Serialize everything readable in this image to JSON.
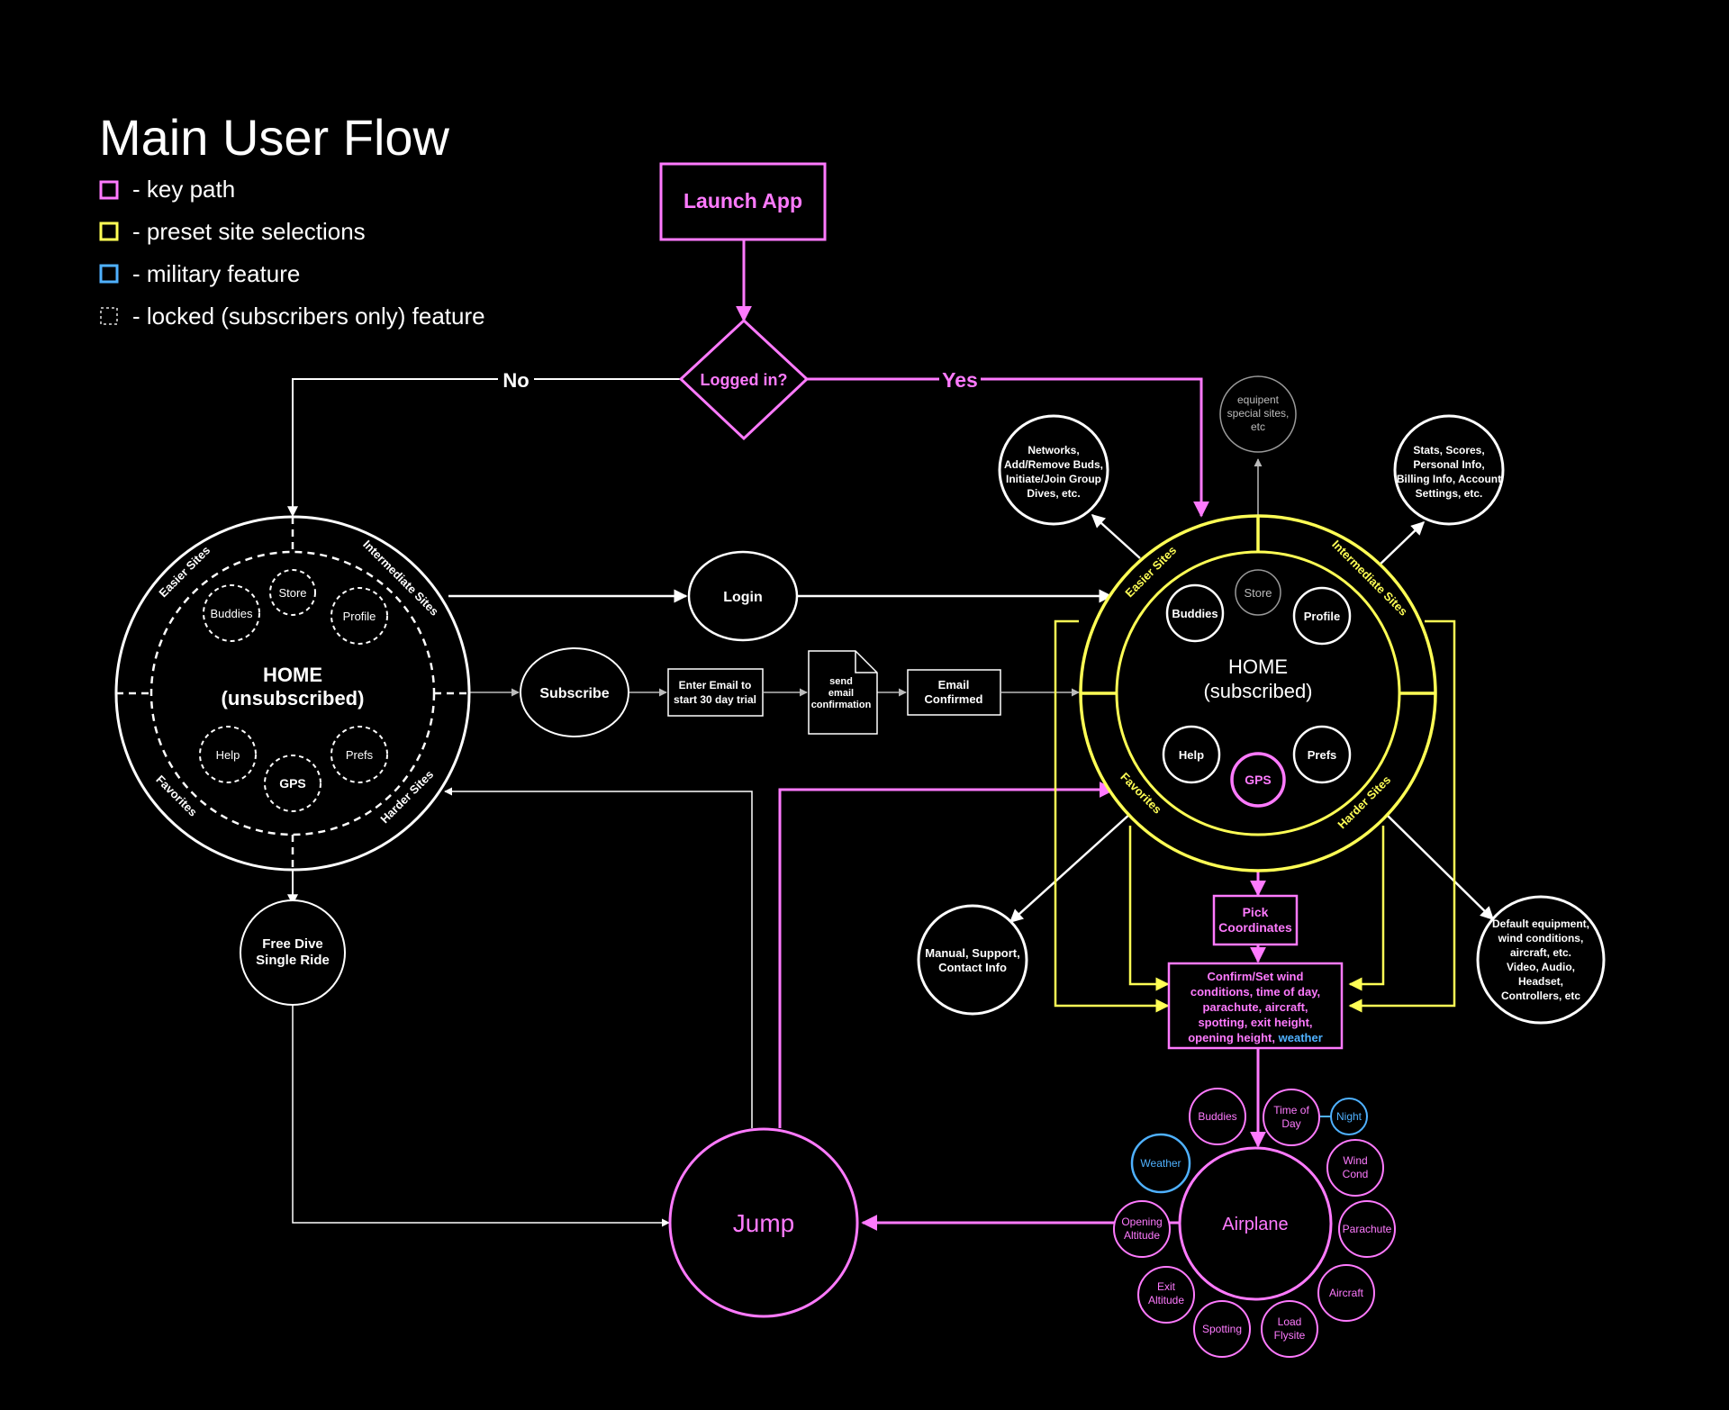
{
  "title": "Main User Flow",
  "legend": [
    {
      "color": "#ff7aff",
      "style": "solid",
      "text": "- key path"
    },
    {
      "color": "#ffff55",
      "style": "solid",
      "text": "- preset site selections"
    },
    {
      "color": "#4fb1ff",
      "style": "solid",
      "text": "- military feature"
    },
    {
      "color": "#aaaaaa",
      "style": "dashed",
      "text": "- locked (subscribers only) feature"
    }
  ],
  "colors": {
    "key_path": "#ff7aff",
    "preset": "#ffff55",
    "military": "#4fb1ff",
    "neutral": "#ffffff"
  },
  "nodes": {
    "launch_app": "Launch App",
    "logged_in": "Logged in?",
    "no": "No",
    "yes": "Yes",
    "home_unsub": {
      "title": "HOME",
      "subtitle": "(unsubscribed)",
      "ring": {
        "easier": "Easier Sites",
        "intermediate": "Intermediate Sites",
        "favorites": "Favorites",
        "harder": "Harder Sites"
      },
      "items": {
        "buddies": "Buddies",
        "store": "Store",
        "profile": "Profile",
        "help": "Help",
        "gps": "GPS",
        "prefs": "Prefs"
      }
    },
    "login": "Login",
    "subscribe": "Subscribe",
    "enter_email": [
      "Enter Email to",
      "start 30 day trial"
    ],
    "send_email": [
      "send",
      "email",
      "confirmation"
    ],
    "email_confirmed": [
      "Email",
      "Confirmed"
    ],
    "home_sub": {
      "title": "HOME",
      "subtitle": "(subscribed)",
      "ring": {
        "easier": "Easier Sites",
        "intermediate": "Intermediate Sites",
        "favorites": "Favorites",
        "harder": "Harder Sites"
      },
      "items": {
        "buddies": "Buddies",
        "store": "Store",
        "profile": "Profile",
        "help": "Help",
        "gps": "GPS",
        "prefs": "Prefs"
      }
    },
    "networks": [
      "Networks,",
      "Add/Remove Buds,",
      "Initiate/Join Group",
      "Dives, etc."
    ],
    "equipment": [
      "equipent",
      "special sites,",
      "etc"
    ],
    "stats": [
      "Stats, Scores,",
      "Personal Info,",
      "Billing Info, Account",
      "Settings, etc."
    ],
    "manual": [
      "Manual, Support,",
      "Contact Info"
    ],
    "default_equipment": [
      "Default equipment,",
      "wind conditions,",
      "aircraft, etc.",
      "Video, Audio,",
      "Headset,",
      "Controllers, etc"
    ],
    "pick_coordinates": [
      "Pick",
      "Coordinates"
    ],
    "confirm": {
      "lines": [
        "Confirm/Set wind",
        "conditions, time of day,",
        "parachute, aircraft,",
        "spotting, exit height,"
      ],
      "last_prefix": "opening height, ",
      "last_highlight": "weather"
    },
    "free_dive": [
      "Free Dive",
      "Single Ride"
    ],
    "jump": "Jump",
    "airplane": "Airplane",
    "airplane_items": {
      "buddies": "Buddies",
      "time_of_day": [
        "Time of",
        "Day"
      ],
      "night": "Night",
      "weather": "Weather",
      "wind_cond": [
        "Wind",
        "Cond"
      ],
      "opening_altitude": [
        "Opening",
        "Altitude"
      ],
      "parachute": "Parachute",
      "exit_altitude": [
        "Exit",
        "Altitude"
      ],
      "aircraft": "Aircraft",
      "spotting": "Spotting",
      "load_flysite": [
        "Load",
        "Flysite"
      ]
    }
  }
}
